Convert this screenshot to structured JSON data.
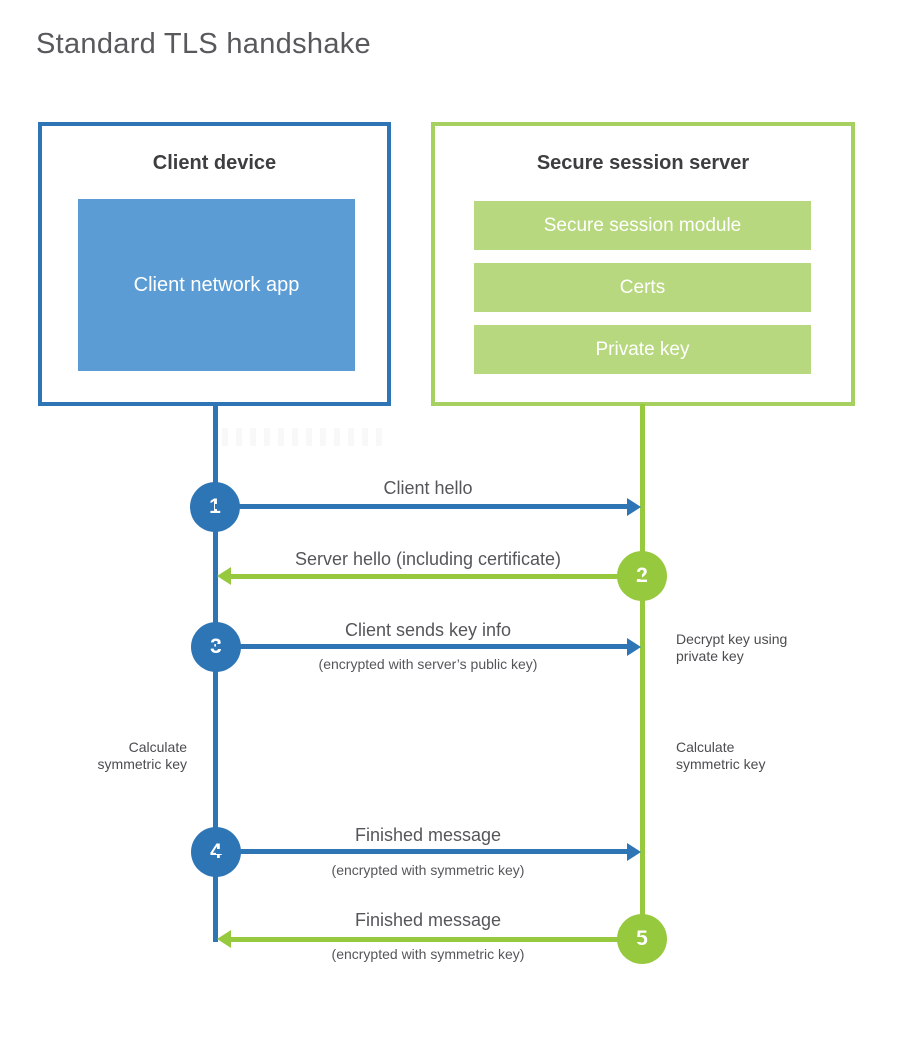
{
  "title": "Standard TLS handshake",
  "client": {
    "heading": "Client device",
    "app": "Client network app"
  },
  "server": {
    "heading": "Secure session server",
    "modules": [
      "Secure session module",
      "Certs",
      "Private key"
    ]
  },
  "steps": [
    {
      "num": "1",
      "label": "Client hello",
      "direction": "client-to-server"
    },
    {
      "num": "2",
      "label": "Server hello (including certificate)",
      "direction": "server-to-client"
    },
    {
      "num": "3",
      "label": "Client sends key info",
      "sub": "(encrypted with server’s public key)",
      "direction": "client-to-server"
    },
    {
      "num": "4",
      "label": "Finished message",
      "sub": "(encrypted with symmetric key)",
      "direction": "client-to-server"
    },
    {
      "num": "5",
      "label": "Finished message",
      "sub": "(encrypted with symmetric key)",
      "direction": "server-to-client"
    }
  ],
  "notes": {
    "decrypt": "Decrypt key using private key",
    "calculate_left": "Calculate symmetric key",
    "calculate_right": "Calculate symmetric key"
  },
  "colors": {
    "client_blue": "#2e75b6",
    "client_fill_blue": "#5b9cd5",
    "server_green": "#97c93f",
    "server_border_green": "#a6d161",
    "server_fill_green": "#b7d87e"
  }
}
